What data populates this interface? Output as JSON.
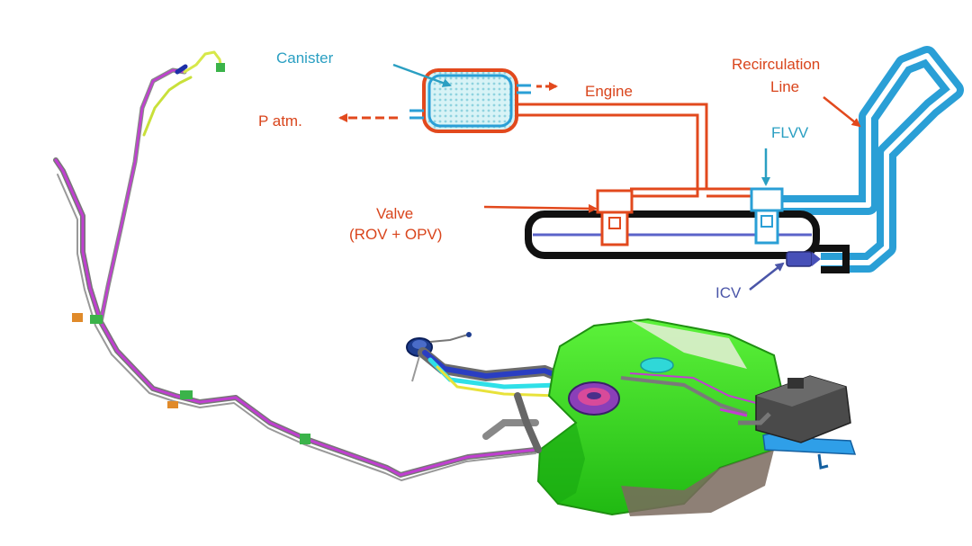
{
  "labels": {
    "canister": "Canister",
    "engine": "Engine",
    "patm": "P atm.",
    "recirculation_line1": "Recirculation",
    "recirculation_line2": "Line",
    "flvv": "FLVV",
    "valve_line1": "Valve",
    "valve_line2": "(ROV + OPV)",
    "icv": "ICV"
  },
  "colors": {
    "vent_line": "#e2491d",
    "canister_outline": "#e2491d",
    "canister_fill": "#bfe9ef",
    "recirculation": "#2a9fd6",
    "tank_outline": "#111111",
    "fuel_level": "#5b63c9",
    "icv": "#4750b8",
    "tank_body": "#35e01f",
    "fuel_lines": "#c03fd0"
  }
}
